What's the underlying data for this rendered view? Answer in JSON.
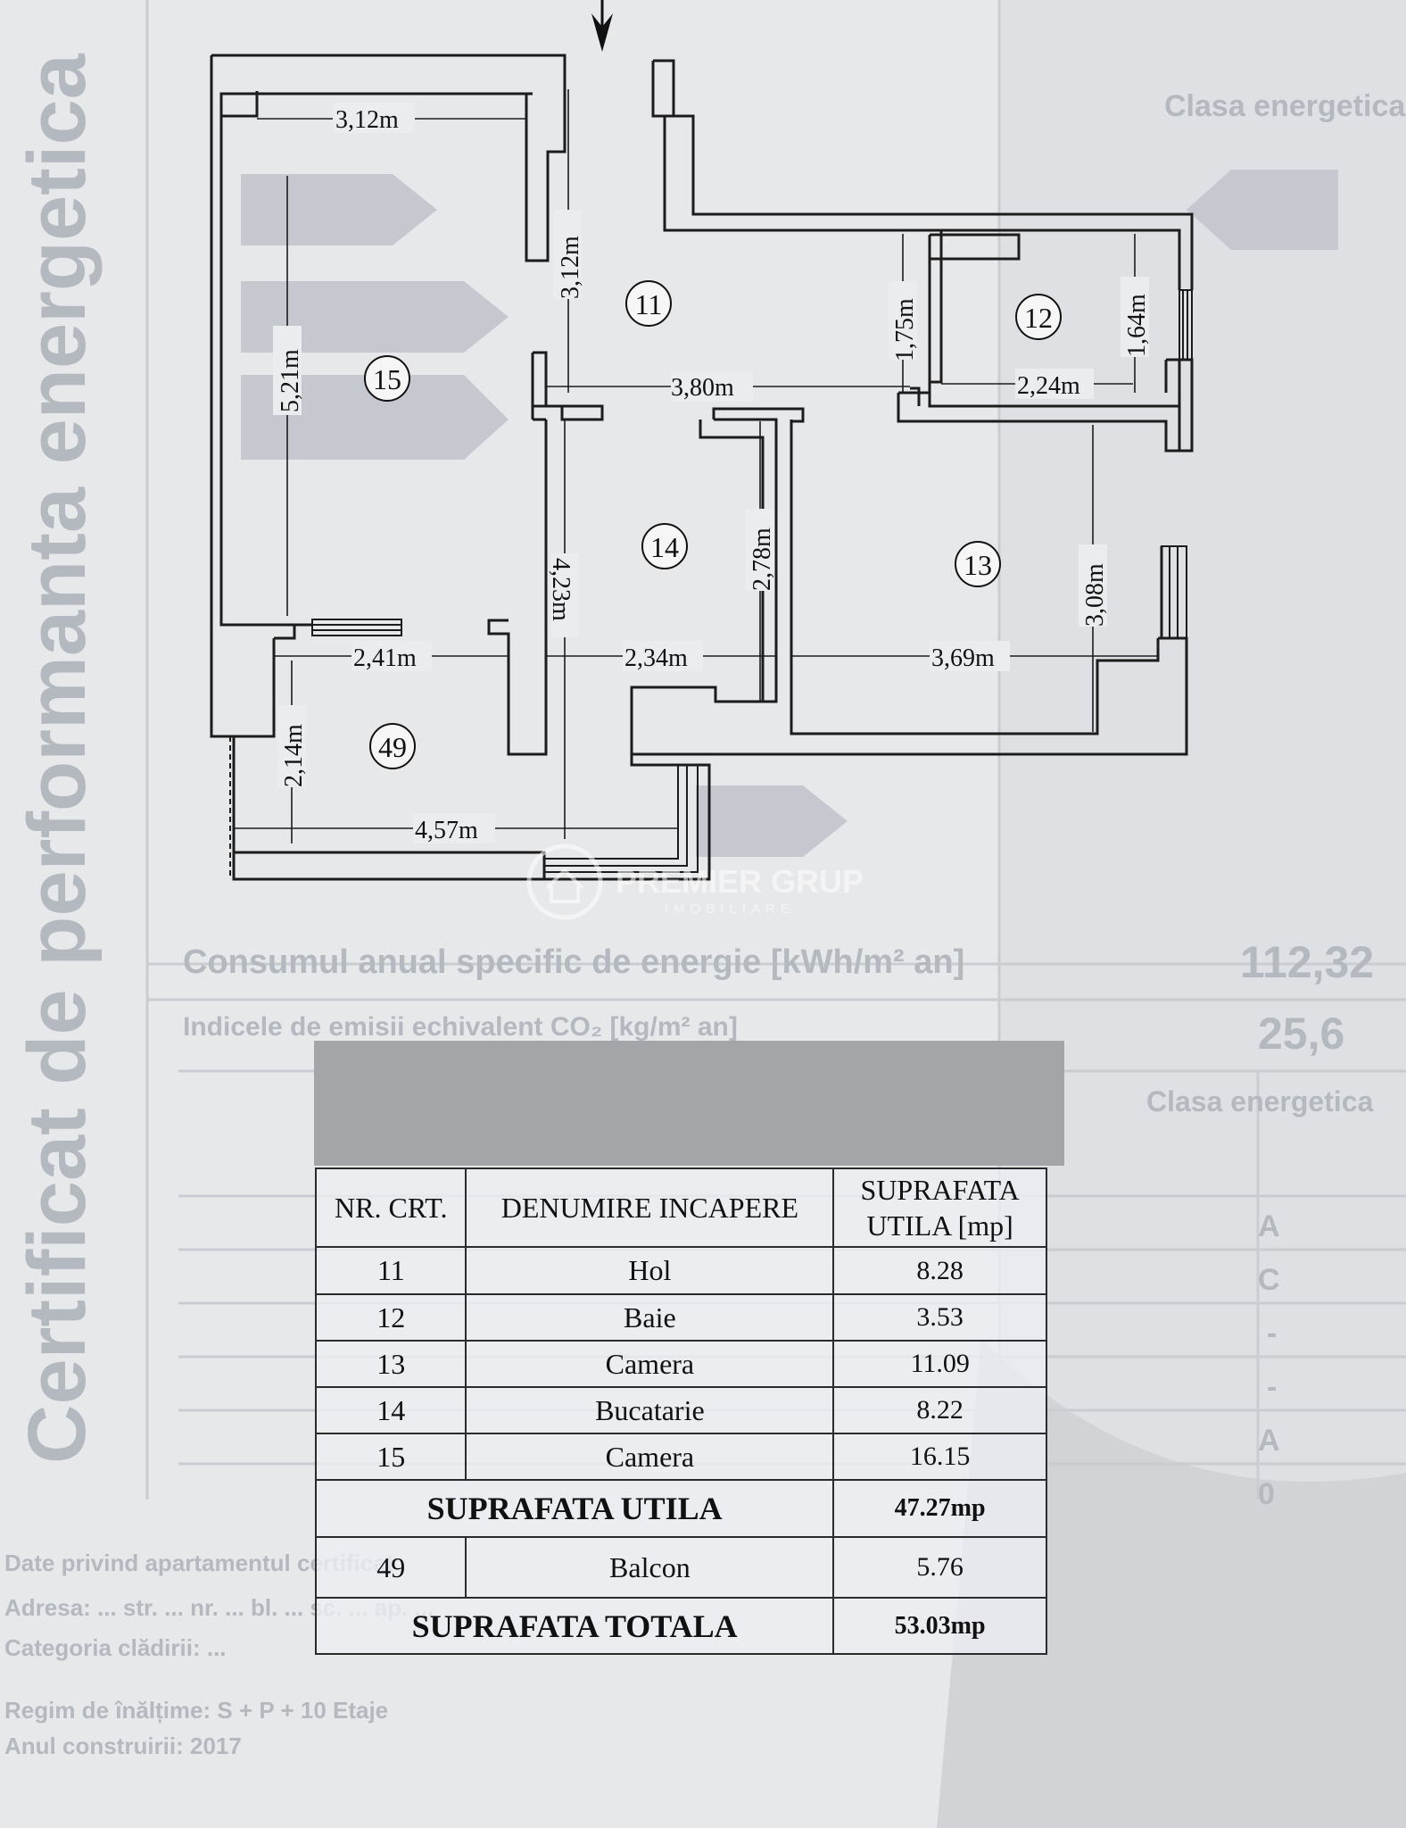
{
  "background": {
    "certificate_vertical": "Certificat de performanta energetica",
    "class_label_top": "Clasa energetica",
    "value_1": "112,32",
    "value_2": "25,6",
    "class_label_mid": "Clasa energetica",
    "side_letters": [
      "A",
      "C",
      "-",
      "-",
      "A",
      "0"
    ],
    "row_consum": "Consumul anual specific de energie [kWh/m² an]",
    "row_indice": "Indicele de emisii echivalent CO₂ [kg/m² an]",
    "bottom_lines": [
      "Date privind apartamentul certificat",
      "Adresa: ... str. ... nr. ... bl. ... sc. ... ap. ...",
      "Categoria clădirii: ...",
      "Regim de înălțime: S + P + 10 Etaje",
      "Anul construirii: 2017"
    ]
  },
  "watermark": {
    "brand": "PREMIER GRUP",
    "sub": "IMOBILIARE"
  },
  "plan": {
    "dimensions": {
      "d_312_top": "3,12m",
      "d_312_v": "3,12m",
      "d_521": "5,21m",
      "d_380": "3,80m",
      "d_224": "2,24m",
      "d_175": "1,75m",
      "d_164": "1,64m",
      "d_278": "2,78m",
      "d_308": "3,08m",
      "d_423": "4,23m",
      "d_241": "2,41m",
      "d_234": "2,34m",
      "d_369": "3,69m",
      "d_214": "2,14m",
      "d_457": "4,57m"
    },
    "rooms": [
      "11",
      "12",
      "13",
      "14",
      "15",
      "49"
    ]
  },
  "table": {
    "headers": {
      "nr": "NR. CRT.",
      "name": "DENUMIRE INCAPERE",
      "area_line1": "SUPRAFATA",
      "area_line2": "UTILA [mp]"
    },
    "rows": [
      {
        "nr": "11",
        "name": "Hol",
        "area": "8.28"
      },
      {
        "nr": "12",
        "name": "Baie",
        "area": "3.53"
      },
      {
        "nr": "13",
        "name": "Camera",
        "area": "11.09"
      },
      {
        "nr": "14",
        "name": "Bucatarie",
        "area": "8.22"
      },
      {
        "nr": "15",
        "name": "Camera",
        "area": "16.15"
      }
    ],
    "utila_label": "SUPRAFATA UTILA",
    "utila_value": "47.27mp",
    "balcony": {
      "nr": "49",
      "name": "Balcon",
      "area": "5.76"
    },
    "totala_label": "SUPRAFATA TOTALA",
    "totala_value": "53.03mp"
  }
}
